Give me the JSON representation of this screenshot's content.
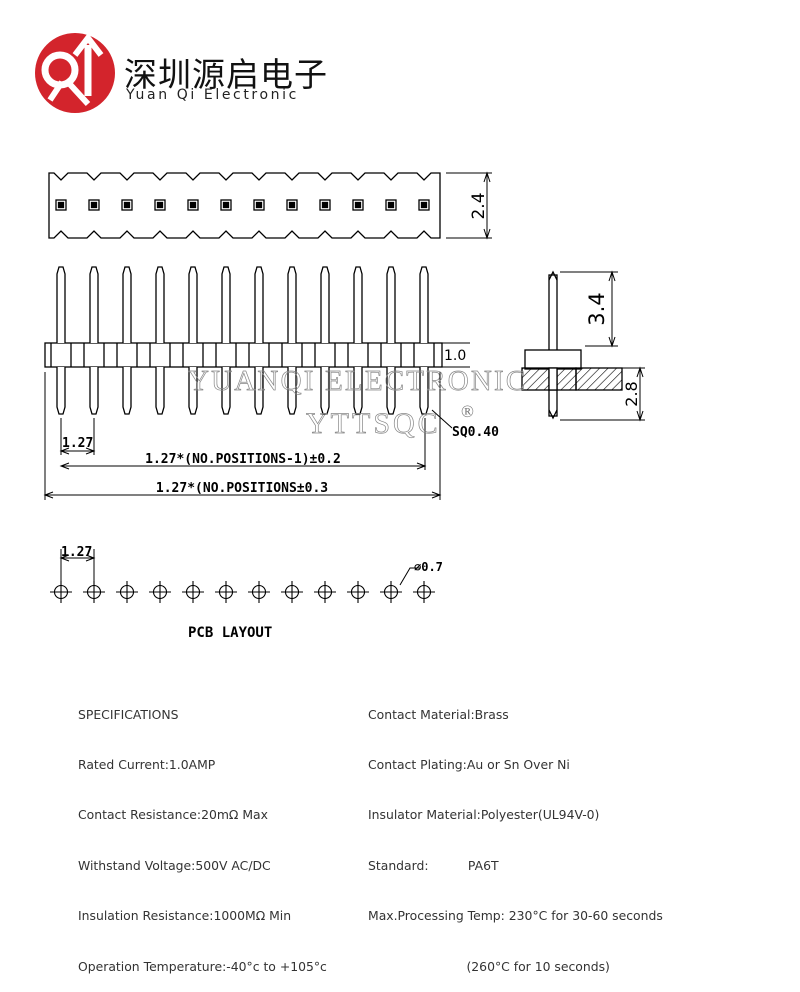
{
  "logo": {
    "company_cn": "深圳源启电子",
    "company_en": "Yuan Qi Electronic",
    "brand_color": "#d3242c"
  },
  "watermark": {
    "line1": "YUANQI ELECTRONIC",
    "line2": "YTTSQC",
    "reg": "®"
  },
  "drawing": {
    "pin_count": 12,
    "dims": {
      "top_height": "2.4",
      "side_height_top": "3.4",
      "side_height_bottom": "2.8",
      "insulator_thickness": "1.0",
      "pitch": "1.27",
      "pin_square": "SQ0.40",
      "span_minus_one": "1.27*(NO.POSITIONS-1)±0.2",
      "span_total": "1.27*(NO.POSITIONS±0.3",
      "pcb_pitch": "1.27",
      "hole_diameter": "⌀0.7"
    },
    "pcb_layout_label": "PCB LAYOUT"
  },
  "specs_left": [
    "SPECIFICATIONS",
    "Rated Current:1.0AMP",
    "Contact Resistance:20mΩ Max",
    "Withstand Voltage:500V AC/DC",
    "Insulation Resistance:1000MΩ Min",
    "Operation Temperature:-40°c to +105°c"
  ],
  "specs_right": [
    "Contact Material:Brass",
    "Contact Plating:Au or Sn Over Ni",
    "Insulator Material:Polyester(UL94V-0)",
    "Standard:          PA6T",
    "Max.Processing Temp: 230°C for 30-60 seconds",
    "                         (260°C for 10 seconds)"
  ]
}
